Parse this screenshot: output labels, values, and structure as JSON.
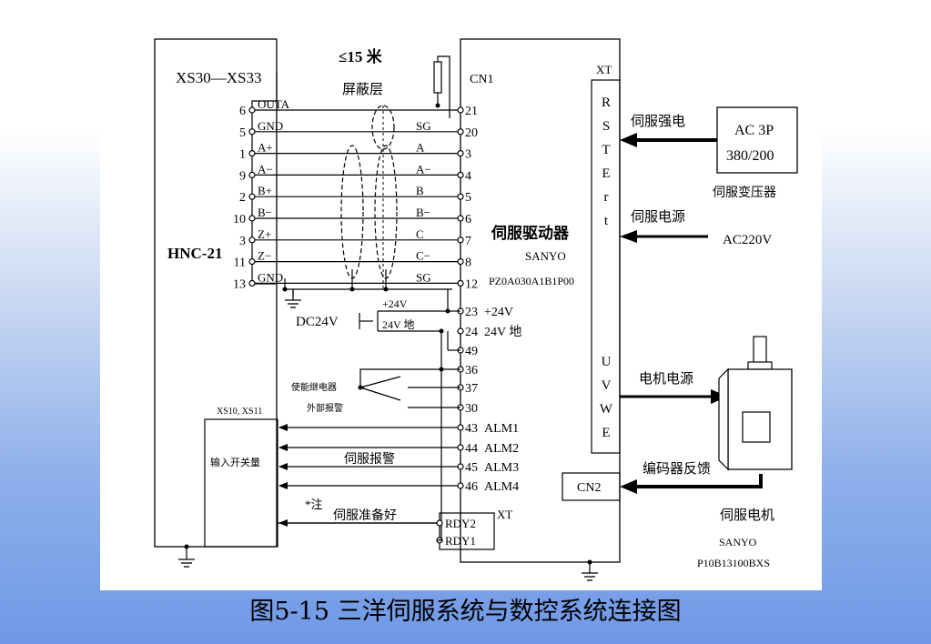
{
  "caption": "图5-15 三洋伺服系统与数控系统连接图",
  "left_unit": {
    "name": "HNC-21",
    "connector": "XS30—XS33"
  },
  "cable": {
    "length": "≤15 米",
    "shield": "屏蔽层"
  },
  "left_pins": [
    {
      "num": "6",
      "sig": "OUTA"
    },
    {
      "num": "5",
      "sig": "GND"
    },
    {
      "num": "1",
      "sig": "A+"
    },
    {
      "num": "9",
      "sig": "A−"
    },
    {
      "num": "2",
      "sig": "B+"
    },
    {
      "num": "10",
      "sig": "B−"
    },
    {
      "num": "3",
      "sig": "Z+"
    },
    {
      "num": "11",
      "sig": "Z−"
    },
    {
      "num": "13",
      "sig": "GND"
    }
  ],
  "mid_labels": [
    "SG",
    "A",
    "A−",
    "B",
    "B−",
    "C",
    "C−",
    "SG"
  ],
  "cn1": {
    "label": "CN1",
    "pins": [
      "21",
      "20",
      "3",
      "4",
      "5",
      "6",
      "7",
      "8",
      "12"
    ]
  },
  "driver": {
    "title": "伺服驱动器",
    "brand": "SANYO",
    "model": "PZ0A030A1B1P00"
  },
  "dc_supply": {
    "label": "DC24V",
    "plus": "+24V",
    "ground": "24V 地"
  },
  "power_pins": [
    {
      "num": "23",
      "name": "+24V"
    },
    {
      "num": "24",
      "name": "24V 地"
    },
    {
      "num": "49",
      "name": ""
    }
  ],
  "io_pins": [
    {
      "num": "36",
      "name": ""
    },
    {
      "num": "37",
      "name": ""
    },
    {
      "num": "30",
      "name": ""
    },
    {
      "num": "43",
      "name": "ALM1"
    },
    {
      "num": "44",
      "name": "ALM2"
    },
    {
      "num": "45",
      "name": "ALM3"
    },
    {
      "num": "46",
      "name": "ALM4"
    }
  ],
  "relay": {
    "enable": "使能继电器",
    "external_alarm": "外部报警"
  },
  "xs10_box": {
    "title": "XS10, XS11",
    "label": "输入开关量"
  },
  "servo_alarm": "伺服报警",
  "note": "*注",
  "servo_ready": "伺服准备好",
  "rdy": {
    "xt": "XT",
    "pins": [
      "RDY2",
      "RDY1"
    ]
  },
  "xt_block": {
    "label": "XT",
    "top_letters": [
      "R",
      "S",
      "T",
      "E",
      "r",
      "t"
    ],
    "bottom_letters": [
      "U",
      "V",
      "W",
      "E"
    ]
  },
  "ac_box": {
    "line1": "AC  3P",
    "line2": "380/200",
    "caption": "伺服变压器"
  },
  "arrows": {
    "servo_power": "伺服强电",
    "servo_supply": "伺服电源",
    "ac220": "AC220V",
    "motor_power": "电机电源",
    "encoder_feedback": "编码器反馈"
  },
  "cn2": "CN2",
  "motor": {
    "name": "伺服电机",
    "brand": "SANYO",
    "model": "P10B13100BXS"
  }
}
